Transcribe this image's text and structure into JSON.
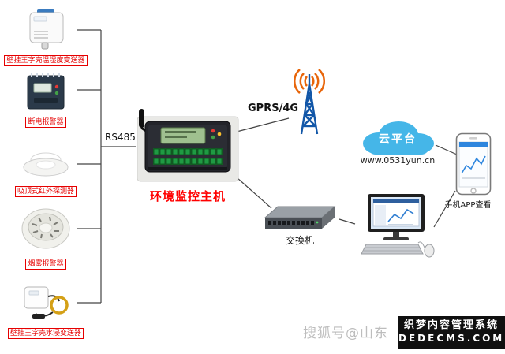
{
  "diagram": {
    "bus_label": "RS485",
    "host_label": "环境监控主机",
    "gprs_label": "GPRS/4G",
    "switch_label": "交换机",
    "cloud_label": "云平台",
    "cloud_url": "www.0531yun.cn",
    "phone_label": "手机APP查看"
  },
  "devices": [
    {
      "label": "壁挂王字壳温湿度变送器"
    },
    {
      "label": "断电报警器"
    },
    {
      "label": "吸顶式红外探测器"
    },
    {
      "label": "烟雾报警器"
    },
    {
      "label": "壁挂王字壳水浸变送器"
    }
  ],
  "watermarks": {
    "sohu": "搜狐号@山东",
    "dedecms_line1": "织梦内容管理系统",
    "dedecms_line2": "DEDECMS.COM"
  },
  "colors": {
    "label_red": "#e60000",
    "cloud_blue": "#45b6e8",
    "tower_blue": "#1257a8",
    "wave_orange": "#e8650a"
  }
}
